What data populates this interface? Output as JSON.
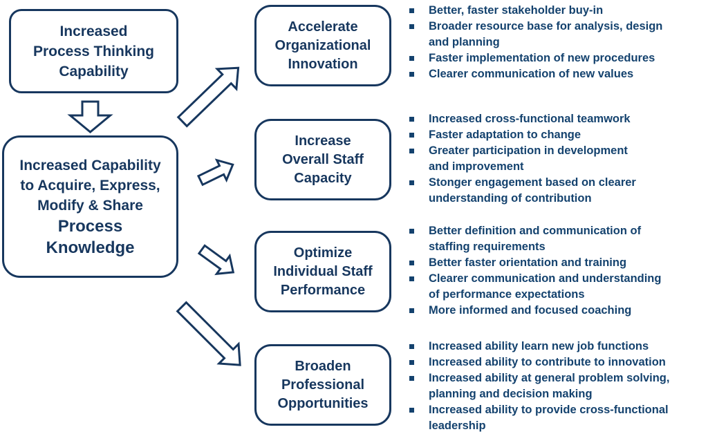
{
  "diagram": {
    "colors": {
      "accent": "#17375E",
      "bullet_text": "#14426E",
      "box_fill": "#FFFFFF"
    },
    "source_boxes": [
      {
        "text": "Increased\nProcess Thinking\nCapability"
      },
      {
        "text_regular": "Increased Capability\nto Acquire, Express,\nModify & Share",
        "text_bold": "Process\nKnowledge"
      }
    ],
    "outcomes": [
      {
        "title": "Accelerate\nOrganizational\nInnovation",
        "bullets": [
          "Better, faster stakeholder buy-in",
          "Broader resource base for analysis, design\nand planning",
          "Faster implementation of new procedures",
          "Clearer communication of new values"
        ]
      },
      {
        "title": "Increase\nOverall Staff\nCapacity",
        "bullets": [
          "Increased cross-functional teamwork",
          "Faster adaptation to change",
          "Greater participation in development\nand improvement",
          "Stonger engagement based on clearer\nunderstanding of contribution"
        ]
      },
      {
        "title": "Optimize\nIndividual Staff\nPerformance",
        "bullets": [
          "Better definition and communication of\nstaffing requirements",
          "Better faster orientation and training",
          "Clearer communication and understanding\nof performance expectations",
          "More informed and focused coaching"
        ]
      },
      {
        "title": "Broaden\nProfessional\nOpportunities",
        "bullets": [
          "Increased ability learn new job functions",
          "Increased ability to contribute to innovation",
          "Increased ability at general problem solving,\nplanning and decision making",
          "Increased ability to provide cross-functional\nleadership"
        ]
      }
    ]
  }
}
